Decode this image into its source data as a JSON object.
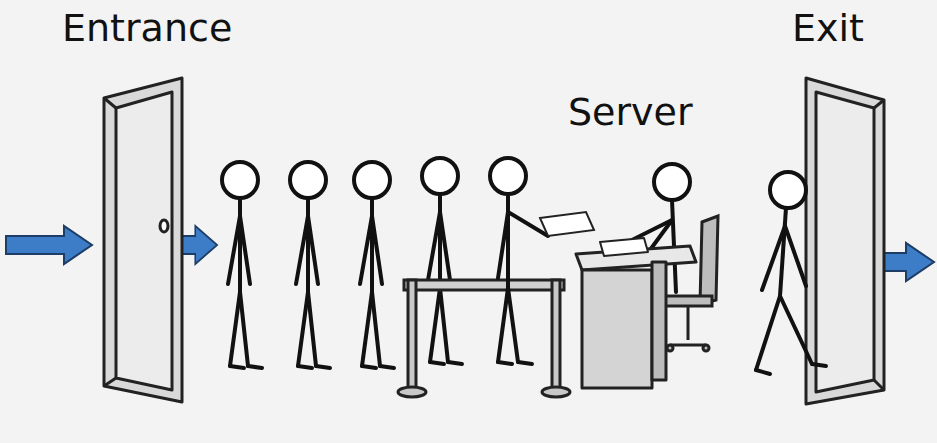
{
  "diagram": {
    "labels": [
      "Entrance",
      "Server",
      "Exit"
    ]
  }
}
